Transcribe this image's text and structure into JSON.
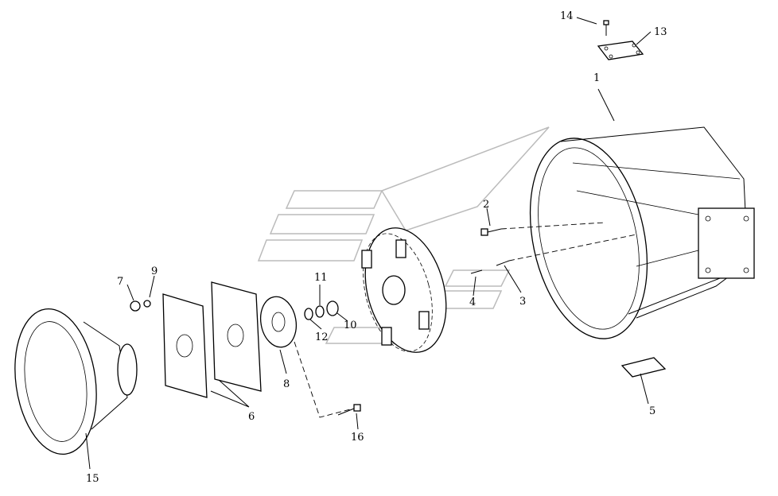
{
  "diagram": {
    "type": "exploded parts diagram",
    "callouts": [
      "1",
      "2",
      "3",
      "4",
      "5",
      "6",
      "7",
      "8",
      "9",
      "10",
      "11",
      "12",
      "13",
      "14",
      "15",
      "16"
    ],
    "colors": {
      "line": "#000000",
      "background": "#ffffff",
      "watermark": "#bbbbbb"
    }
  }
}
